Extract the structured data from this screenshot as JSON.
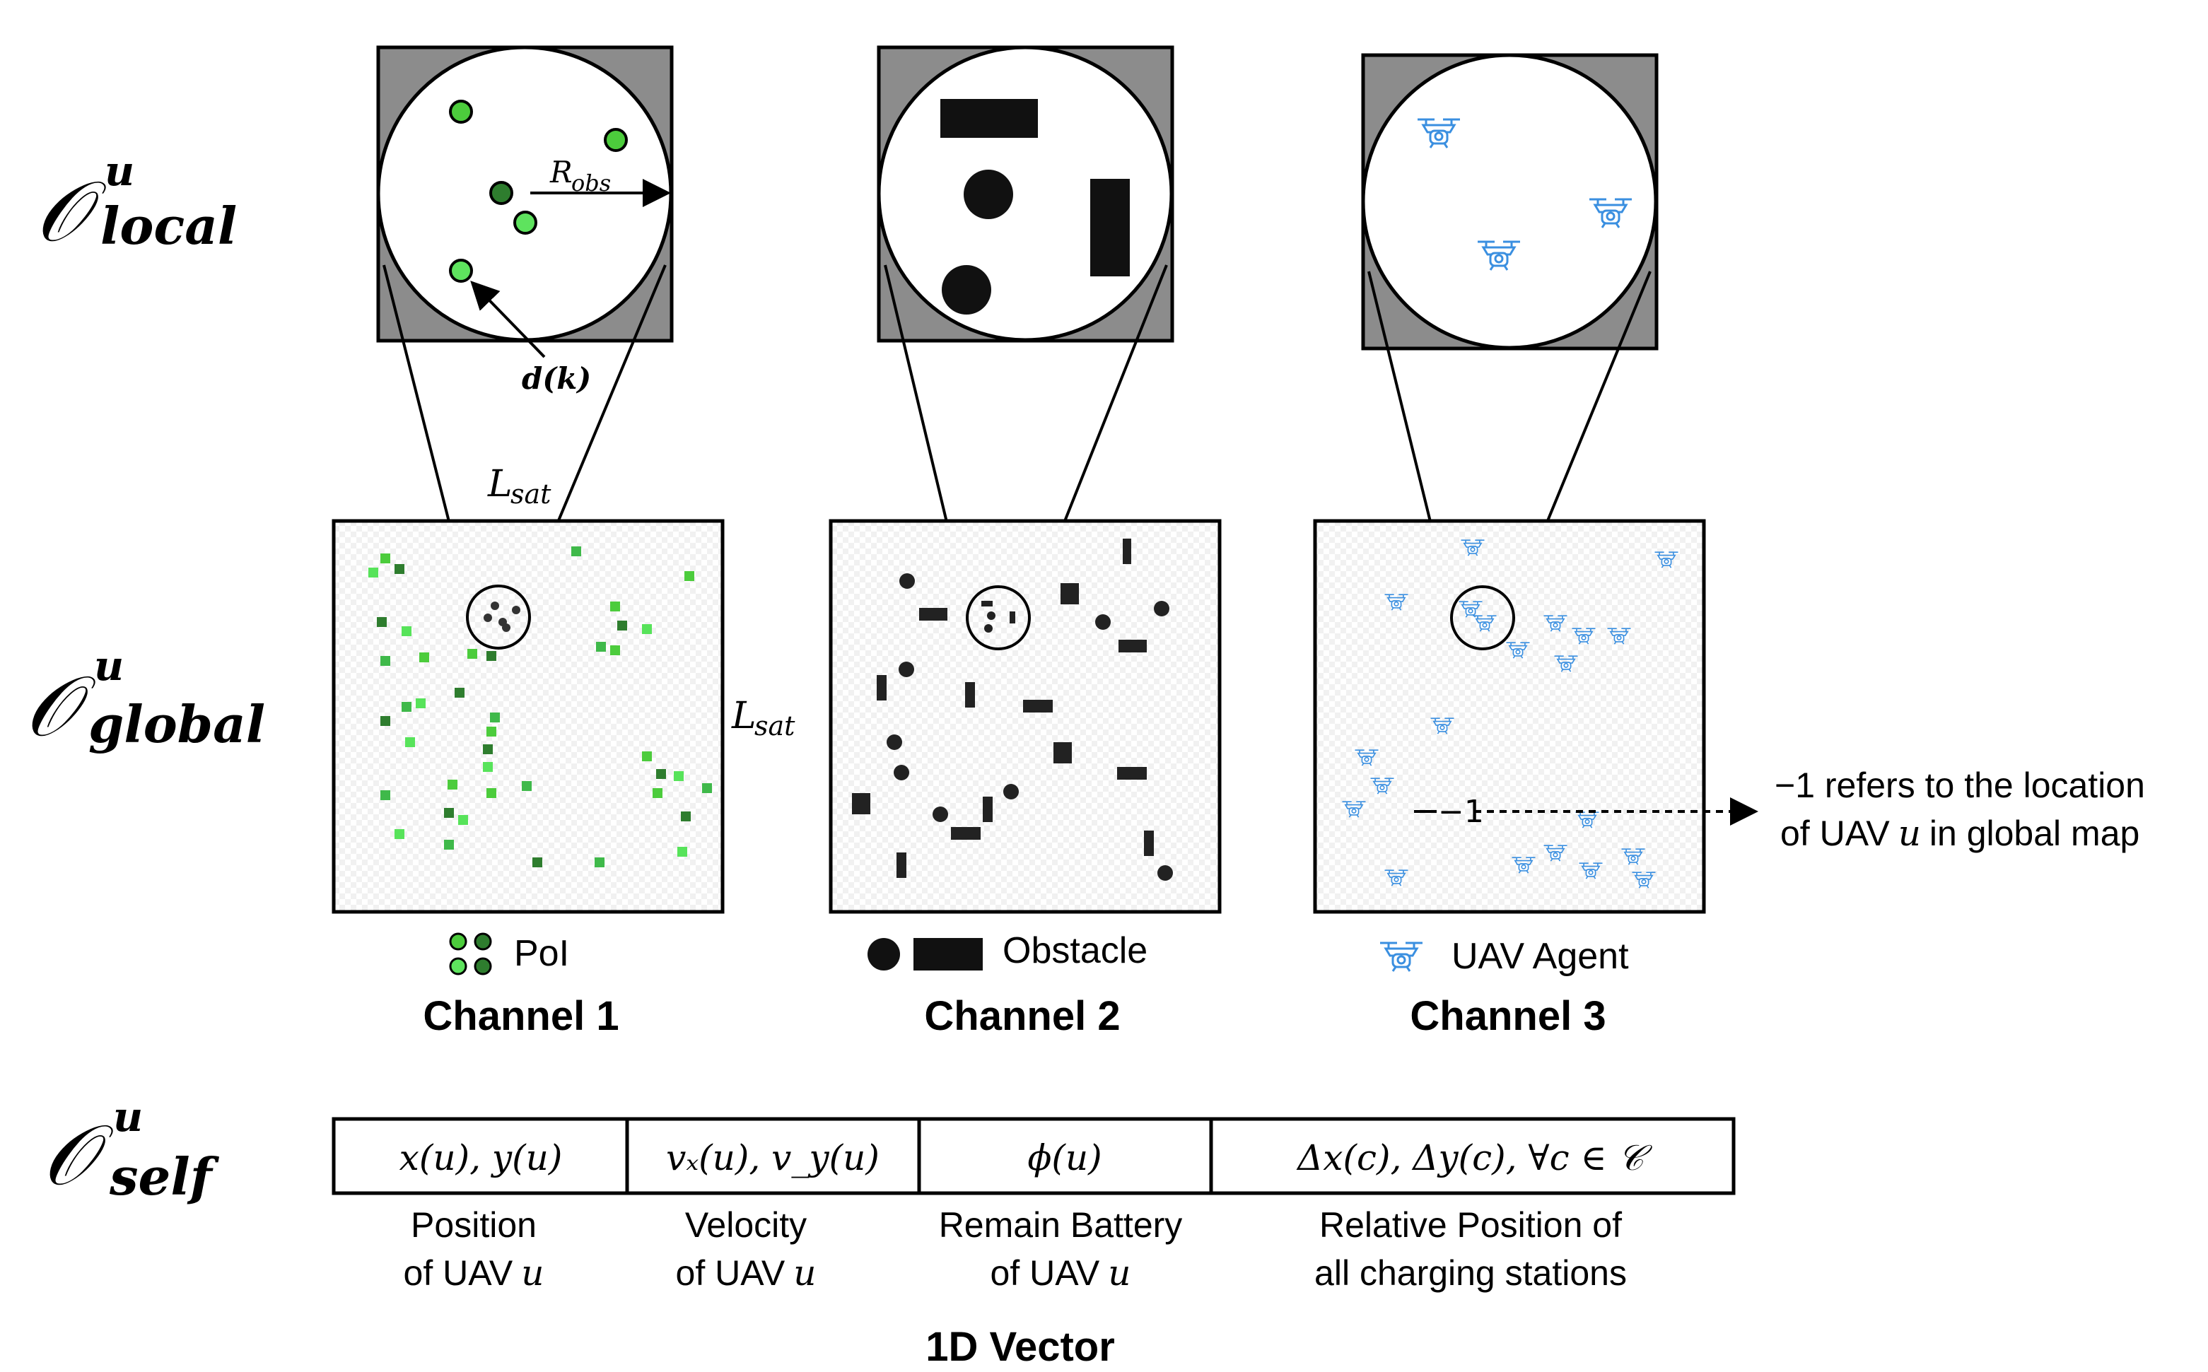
{
  "observations": {
    "local": {
      "symbol": "𝒪",
      "sup": "u",
      "sub": "local"
    },
    "global": {
      "symbol": "𝒪",
      "sup": "u",
      "sub": "global"
    },
    "self": {
      "symbol": "𝒪",
      "sup": "u",
      "sub": "self"
    }
  },
  "annotations": {
    "r_obs_main": "R",
    "r_obs_sub": "obs",
    "d_k": "d(k)",
    "l_sat_main": "L",
    "l_sat_sub": "sat",
    "minus_one": "−1",
    "minus_one_note_line1": "−1 refers to the location",
    "minus_one_note_line2_a": "of UAV",
    "minus_one_note_line2_var": "u",
    "minus_one_note_line2_b": "in global map"
  },
  "channels": [
    {
      "name": "Channel 1",
      "legend": "PoI",
      "accent": "#4ccc3c",
      "dark": "#2e7d2e",
      "light": "#57e35a"
    },
    {
      "name": "Channel 2",
      "legend": "Obstacle",
      "accent": "#111111"
    },
    {
      "name": "Channel 3",
      "legend": "UAV Agent",
      "accent": "#3a8fe0"
    }
  ],
  "vector": {
    "title": "1D Vector",
    "cells": [
      {
        "formula": "x(u), y(u)",
        "desc1": "Position",
        "desc2_a": "of UAV",
        "desc2_var": "u"
      },
      {
        "formula": "vₓ(u), v_y(u)",
        "desc1": "Velocity",
        "desc2_a": "of UAV",
        "desc2_var": "u"
      },
      {
        "formula": "ϕ(u)",
        "desc1": "Remain Battery",
        "desc2_a": "of UAV",
        "desc2_var": "u"
      },
      {
        "formula": "Δx(c), Δy(c), ∀c ∈ 𝒞",
        "desc1": "Relative Position of",
        "desc2_a": "all charging stations",
        "desc2_var": ""
      }
    ]
  },
  "colors": {
    "panel_gray": "#8c8c8c",
    "poi_green": "#4ccc3c",
    "poi_dark": "#2e7d2e",
    "poi_light": "#5ee35e",
    "uav_blue": "#3a8fe0",
    "obstacle": "#111111"
  }
}
